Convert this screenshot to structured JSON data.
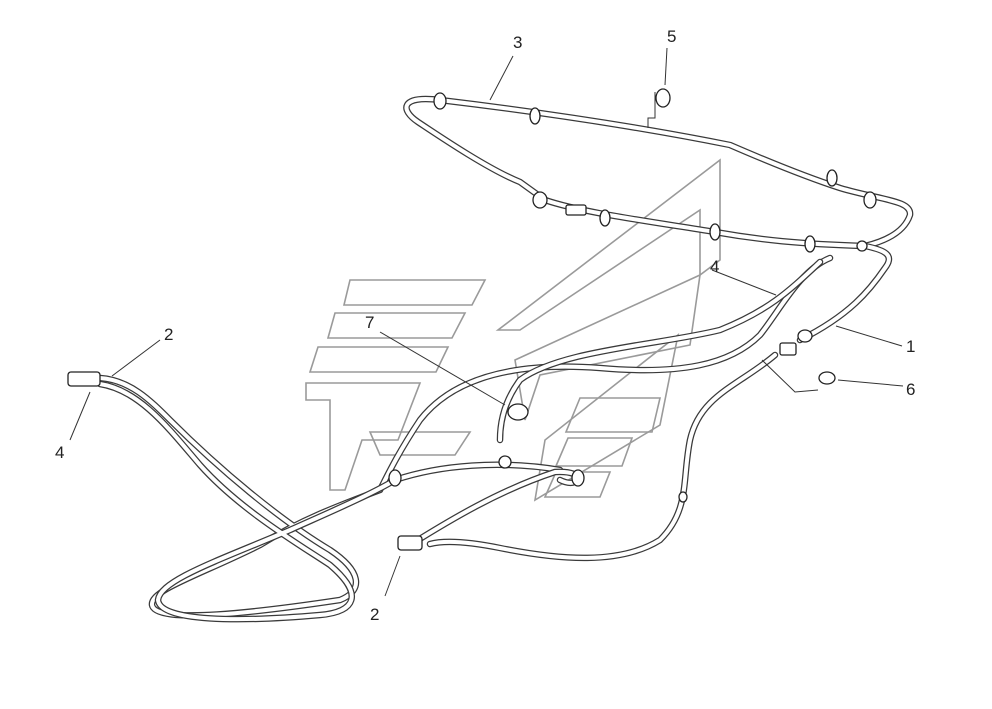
{
  "diagram": {
    "callouts": [
      {
        "id": "c1",
        "text": "1"
      },
      {
        "id": "c2a",
        "text": "2"
      },
      {
        "id": "c2b",
        "text": "2"
      },
      {
        "id": "c3",
        "text": "3"
      },
      {
        "id": "c4a",
        "text": "4"
      },
      {
        "id": "c4b",
        "text": "4"
      },
      {
        "id": "c5",
        "text": "5"
      },
      {
        "id": "c6",
        "text": "6"
      },
      {
        "id": "c7",
        "text": "7"
      }
    ],
    "colors": {
      "line": "#3a3a3a",
      "watermark": "#9a9a9a",
      "background": "#ffffff"
    }
  }
}
